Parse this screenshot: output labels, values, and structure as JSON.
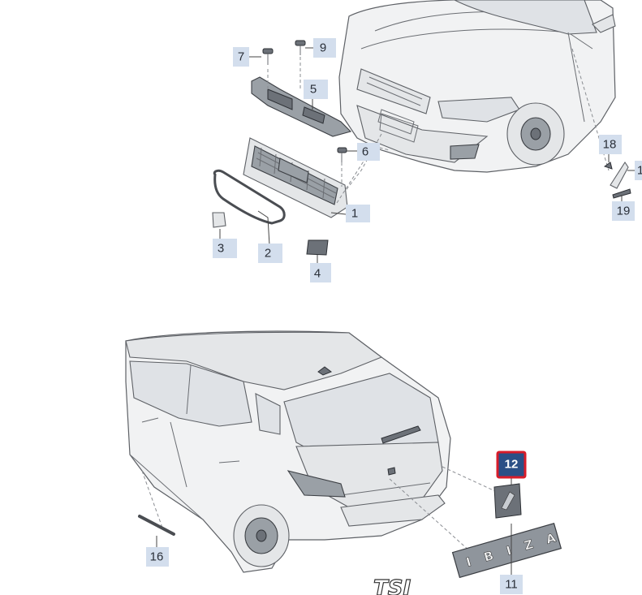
{
  "callouts": [
    {
      "id": "1",
      "label": "1"
    },
    {
      "id": "2",
      "label": "2"
    },
    {
      "id": "3",
      "label": "3"
    },
    {
      "id": "4",
      "label": "4"
    },
    {
      "id": "5",
      "label": "5"
    },
    {
      "id": "6",
      "label": "6"
    },
    {
      "id": "7",
      "label": "7"
    },
    {
      "id": "9",
      "label": "9"
    },
    {
      "id": "11",
      "label": "11"
    },
    {
      "id": "12",
      "label": "12",
      "selected": true
    },
    {
      "id": "16",
      "label": "16"
    },
    {
      "id": "18",
      "label": "18"
    },
    {
      "id": "19",
      "label": "19"
    },
    {
      "id": "1b",
      "label": "1"
    }
  ],
  "badges": {
    "model_name": "I B I Z A",
    "engine_badge": "TSI"
  },
  "colors": {
    "callout_bg": "#d3deed",
    "callout_selected_bg": "#2b4f86",
    "callout_selected_border": "#d81c2a"
  }
}
